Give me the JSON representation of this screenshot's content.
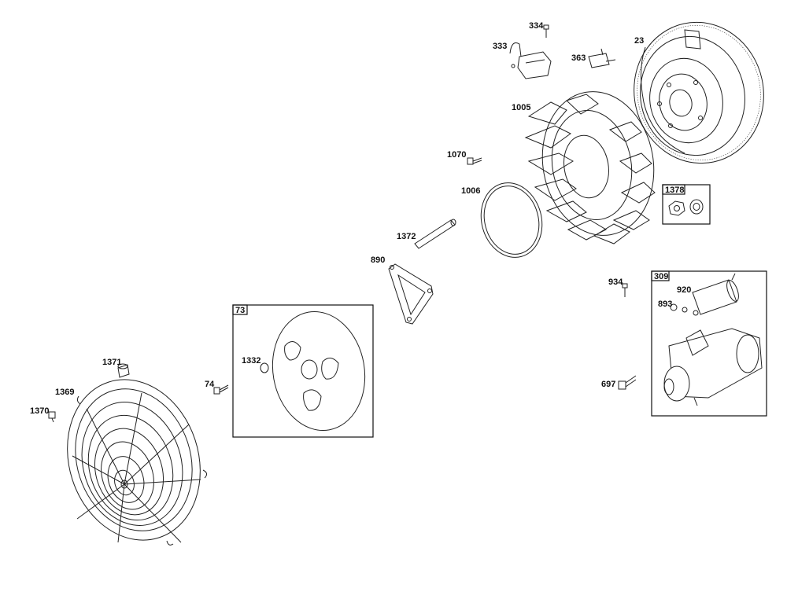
{
  "labels": {
    "p334": "334",
    "p333": "333",
    "p363": "363",
    "p23": "23",
    "p1005": "1005",
    "p1070": "1070",
    "p1006": "1006",
    "p1378": "1378",
    "p1372": "1372",
    "p890": "890",
    "p934": "934",
    "p309": "309",
    "p920": "920",
    "p893": "893",
    "p73": "73",
    "p1332": "1332",
    "p1371": "1371",
    "p74": "74",
    "p697": "697",
    "p1369": "1369",
    "p1370": "1370"
  }
}
